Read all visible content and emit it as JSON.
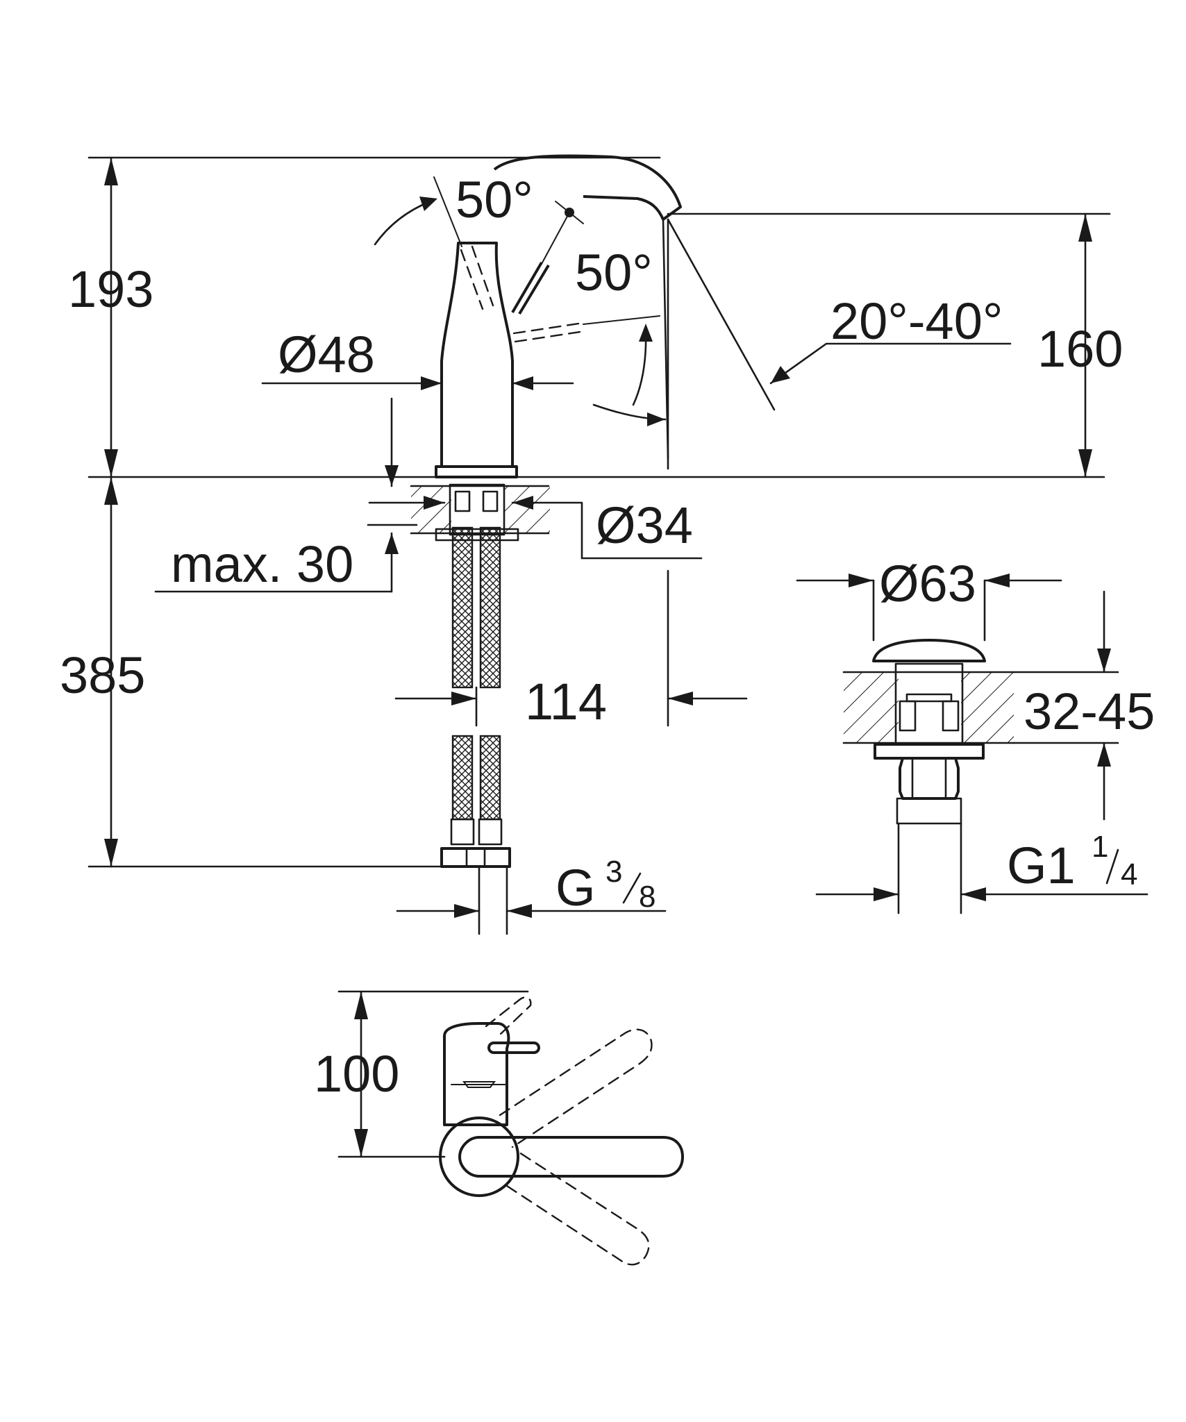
{
  "dimensions": {
    "height_total_top": "193",
    "height_spout": "160",
    "base_diameter": "Ø48",
    "lever_angle_top": "50°",
    "lever_angle_side": "50°",
    "spout_angle_range": "20°-40°",
    "hole_diameter": "Ø34",
    "max_counter_thickness": "max. 30",
    "hose_length": "385",
    "spout_reach": "114",
    "hose_thread_main": "G",
    "hose_thread_num": "3",
    "hose_thread_den": "8",
    "waste_cap_diameter": "Ø63",
    "waste_thickness_range": "32-45",
    "waste_thread_main": "G1",
    "waste_thread_num": "1",
    "waste_thread_den": "4",
    "plan_depth": "100"
  }
}
